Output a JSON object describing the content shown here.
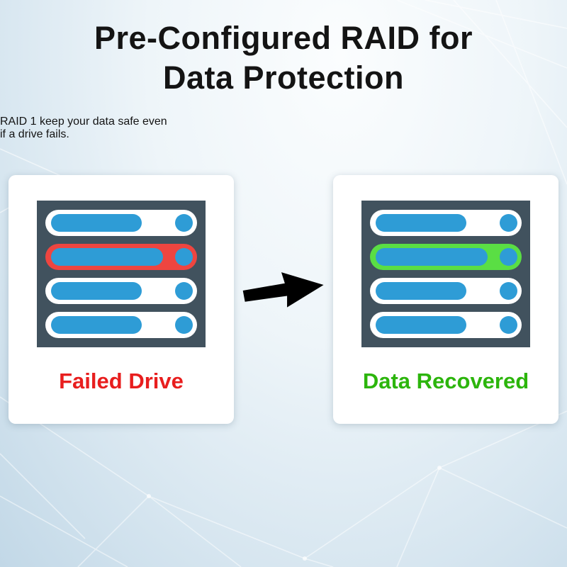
{
  "title": {
    "line1": "Pre-Configured RAID for",
    "line2": "Data Protection"
  },
  "subtitle": {
    "line1": "RAID 1 keep your data safe even",
    "line2": "if a drive fails."
  },
  "cards": {
    "failed": {
      "label": "Failed Drive",
      "bays": [
        "normal",
        "failed",
        "normal",
        "normal"
      ]
    },
    "recovered": {
      "label": "Data Recovered",
      "bays": [
        "normal",
        "recovered",
        "normal",
        "normal"
      ]
    }
  },
  "icons": {
    "arrow": "arrow-right-icon"
  },
  "colors": {
    "pill-blue": "#2e9cd6",
    "bay-white": "#ffffff",
    "failed-red": "#ee4540",
    "recovered-green": "#5ade44",
    "panel-slate": "#41525e",
    "label-red": "#e81e1e",
    "label-green": "#2cb50c",
    "title-black": "#141414"
  }
}
